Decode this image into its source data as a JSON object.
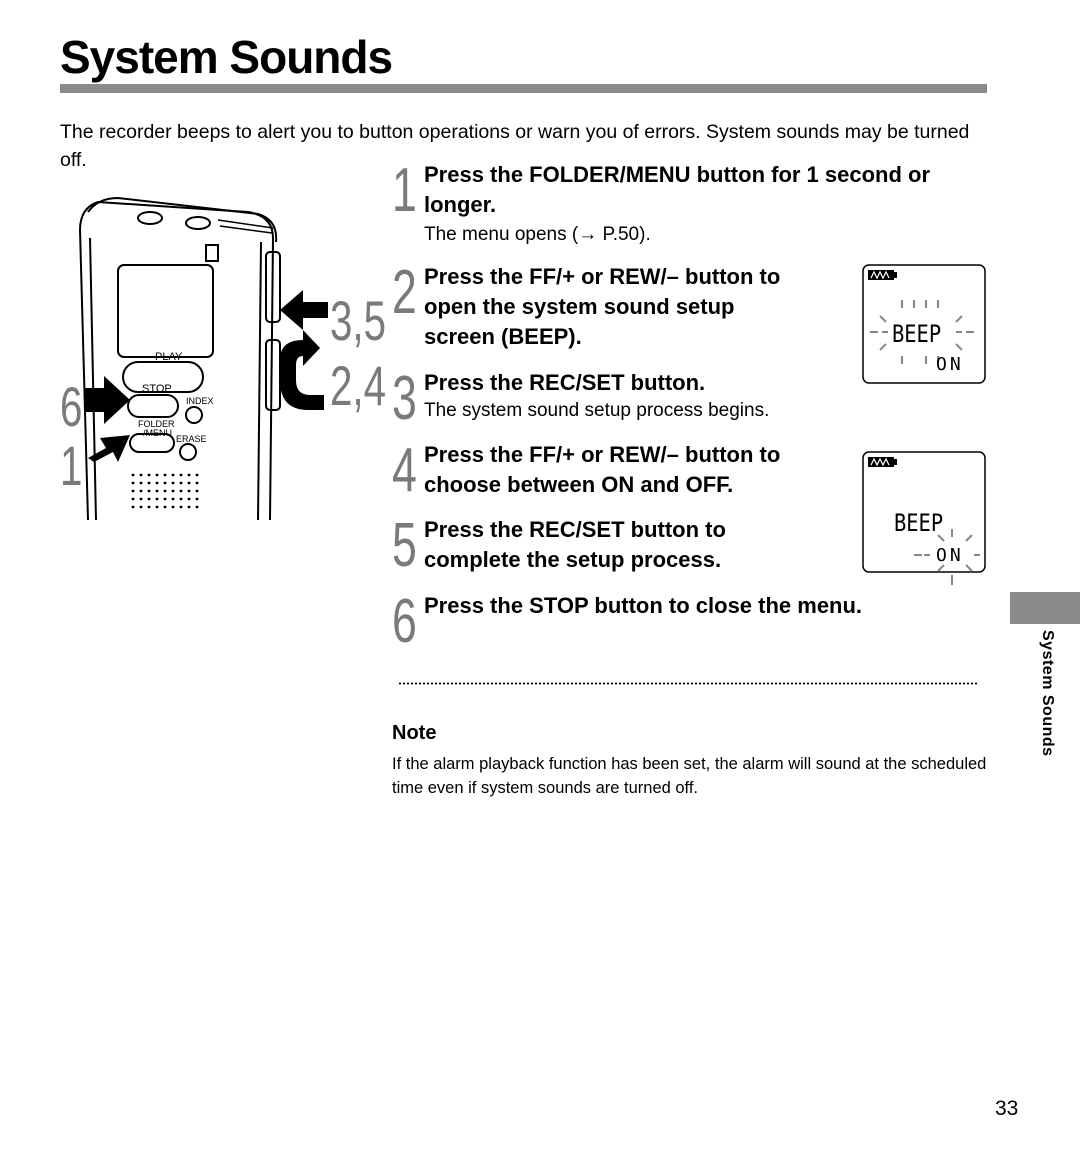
{
  "page": {
    "title": "System Sounds",
    "intro": "The recorder beeps to alert you to button operations or warn you of errors. System sounds may be turned off.",
    "side_tab_label": "System Sounds",
    "page_number": "33"
  },
  "illustration": {
    "button_labels": {
      "play": "PLAY",
      "stop": "STOP",
      "index": "INDEX",
      "folder": "FOLDER",
      "menu": "/MENU",
      "erase": "ERASE"
    },
    "callouts": {
      "right_top": "3,5",
      "right_bottom": "2,4",
      "left_top": "6",
      "left_bottom": "1"
    }
  },
  "steps": [
    {
      "number": "1",
      "title_line1": "Press the FOLDER/MENU button for 1 second or",
      "title_line2": "longer.",
      "description": "The menu opens (→ P.50)."
    },
    {
      "number": "2",
      "title_line1": "Press the FF/+ or REW/– button to",
      "title_line2": "open the system sound setup",
      "title_line3": "screen (BEEP)."
    },
    {
      "number": "3",
      "title_line1": "Press the REC/SET button.",
      "description": "The system sound setup process begins."
    },
    {
      "number": "4",
      "title_line1": "Press the FF/+ or REW/– button to",
      "title_line2": "choose between ON and OFF."
    },
    {
      "number": "5",
      "title_line1": "Press the REC/SET button to",
      "title_line2": "complete the setup process."
    },
    {
      "number": "6",
      "title_line1": "Press the STOP button to close the menu."
    }
  ],
  "lcd_screens": [
    {
      "label": "BEEP",
      "value": "ON",
      "flashing": "label"
    },
    {
      "label": "BEEP",
      "value": "ON",
      "flashing": "value"
    }
  ],
  "note": {
    "heading": "Note",
    "text": "If the alarm playback function has been set, the alarm will sound at the scheduled time even if system sounds are turned off."
  },
  "colors": {
    "accent_gray": "#8a8a8a",
    "step_number_gray": "#7a7a7a"
  }
}
